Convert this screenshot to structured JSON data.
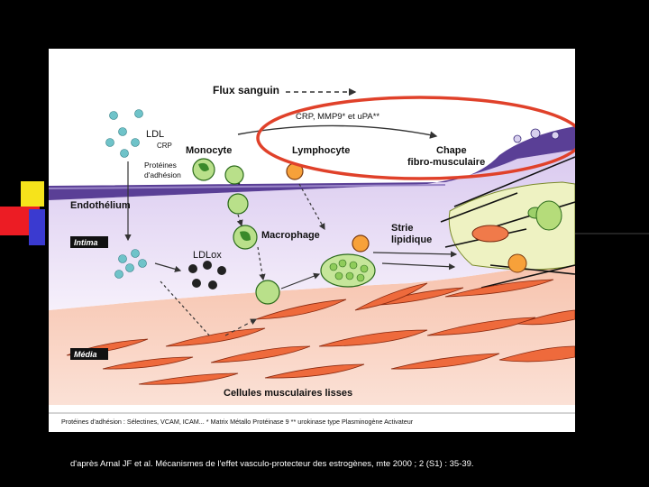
{
  "slide": {
    "caption": "d'après Arnal JF et al. Mécanismes de l'effet vasculo-protecteur des estrogènes, mte 2000 ; 2 (S1) : 35-39.",
    "colors": {
      "background": "#000000",
      "highlight_ellipse": "#e0412a",
      "accent_yellow": "#f6e31b",
      "accent_red": "#ec1c24",
      "accent_blue": "#2e3192"
    }
  },
  "diagram": {
    "blood_flow": "Flux sanguin",
    "ldl": "LDL",
    "crp_small": "CRP",
    "adhesion_proteins": [
      "Protéines",
      "d'adhésion"
    ],
    "mediators": "CRP, MMP9* et uPA**",
    "monocyte": "Monocyte",
    "lymphocyte": "Lymphocyte",
    "cap": [
      "Chape",
      "fibro-musculaire"
    ],
    "endothelium": "Endothélium",
    "intima": "Intima",
    "macrophage": "Macrophage",
    "fatty_streak": [
      "Strie",
      "lipidique"
    ],
    "ldlox": "LDLox",
    "media": "Média",
    "smooth_muscle": "Cellules musculaires lisses",
    "legend": "Protéines d'adhésion : Sélectines, VCAM, ICAM...  * Matrix Métallo Protéinase 9   ** urokinase type Plasminogène Activateur"
  }
}
